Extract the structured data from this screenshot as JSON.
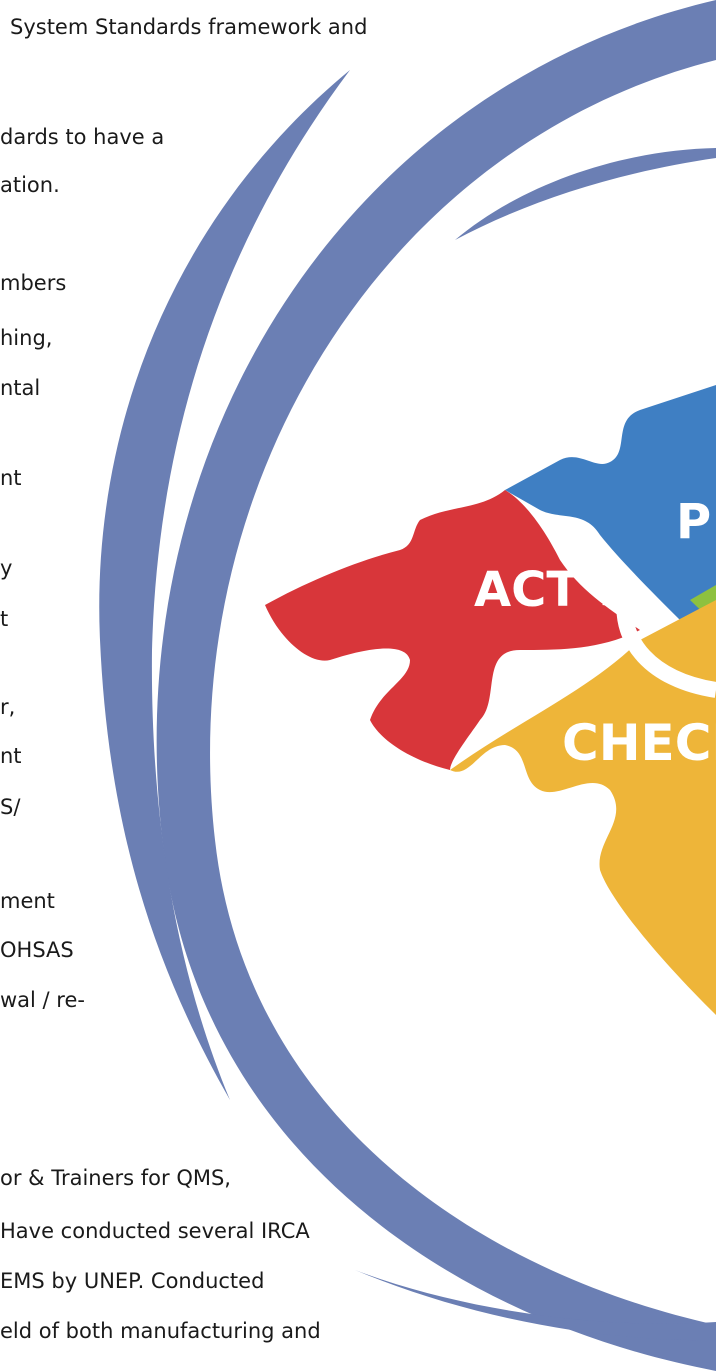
{
  "text_lines": [
    "System  Standards  framework  and",
    "dards to have a",
    "ation.",
    "mbers",
    "hing,",
    "ntal",
    "nt",
    "y",
    "t",
    "r,",
    "nt",
    "S/",
    "ment",
    "OHSAS",
    "wal / re-",
    "or & Trainers for QMS,",
    "Have conducted several IRCA",
    "EMS by UNEP. Conducted",
    "eld of both manufacturing and"
  ],
  "puzzle": {
    "act_label": "ACT",
    "plan_label": "P",
    "check_label": "CHECK",
    "colors": {
      "act": "#d8363a",
      "plan": "#3f7fc3",
      "check": "#eeb539",
      "do": "#8dc13f",
      "arc": "#6b7fb4"
    }
  }
}
